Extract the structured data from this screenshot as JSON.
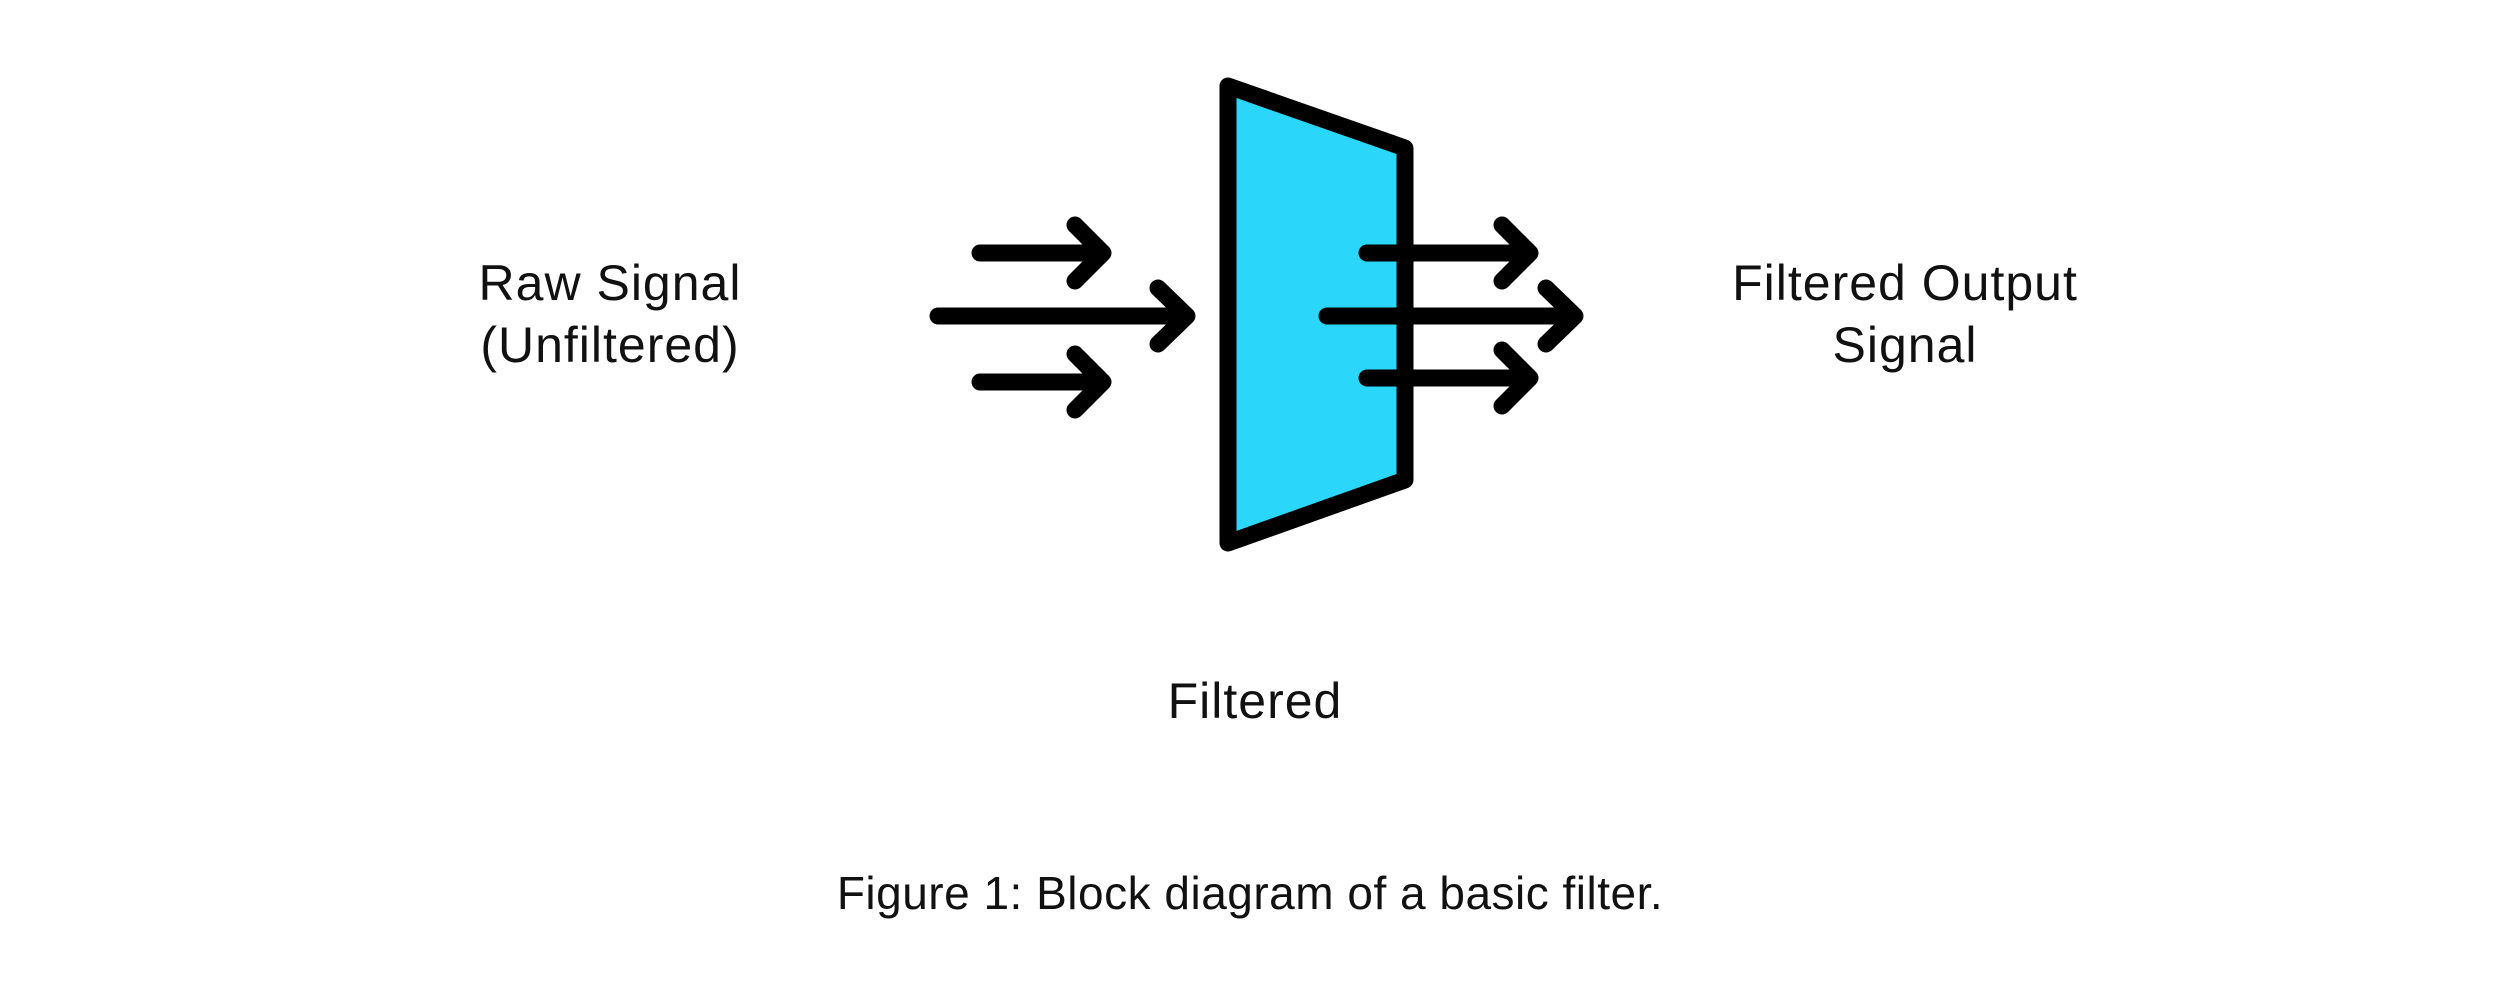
{
  "diagram": {
    "input_label": [
      "Raw Signal",
      "(Unfiltered)"
    ],
    "output_label": [
      "Filtered Output",
      "Signal"
    ],
    "filter_label": "Filtered",
    "caption": "Figure 1: Block diagram of a basic filter."
  },
  "colors": {
    "filter_fill": "#2ad6fa",
    "stroke": "#000000",
    "background": "#ffffff"
  },
  "icons": {
    "filter_block": "trapezoid-filter-icon",
    "arrows": "right-arrow-icon"
  }
}
